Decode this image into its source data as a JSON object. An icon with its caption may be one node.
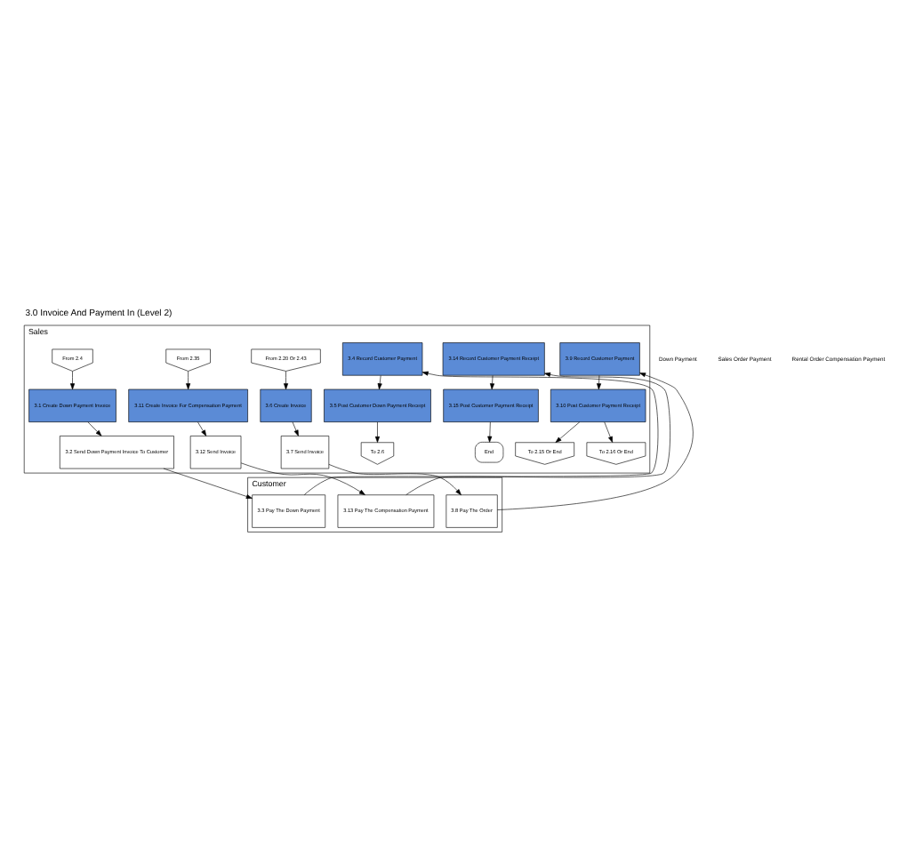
{
  "diagram": {
    "title": "3.0 Invoice And Payment In (Level 2)",
    "nodes": [
      {
        "text": [
          "Customer"
        ]
      },
      {
        "text": [
          "Sales"
        ]
      },
      {
        "text": [
          "3.3 Pay The Down Payment"
        ],
        "in": 0
      },
      {
        "text": [
          "3.8 Pay The Order"
        ],
        "in": 0
      },
      {
        "text": [
          "3.13 Pay The Compensation Payment"
        ],
        "in": 0
      },
      {
        "text": [
          "3.2 Send Down Payment Invoice To Customer"
        ],
        "in": 1
      },
      {
        "text": [
          "3.4 Record Customer Payment"
        ],
        "in": 1
      },
      {
        "text": [
          "3.9 Record Customer Payment"
        ],
        "in": 1
      },
      {
        "text": [
          "3.14 Record Customer Payment Receipt"
        ],
        "in": 1
      },
      {
        "text": [
          "From 2.4"
        ],
        "in": 1
      },
      {
        "text": [
          "From 2.20 Or 2.43"
        ],
        "in": 1
      },
      {
        "text": [
          "From 2.35"
        ],
        "in": 1
      },
      {
        "text": [
          "3.5 Post Customer Down Payment Receipt"
        ],
        "in": 1
      },
      {
        "text": [
          "3.10 Post Customer Payment Receipt"
        ],
        "in": 1
      },
      {
        "text": [
          "3.11 Create Invoice For Compensation Payment"
        ],
        "in": 1
      },
      {
        "text": [
          "3.15 Post Customer Payment Receipt"
        ],
        "in": 1
      },
      {
        "text": [
          "3.1 Create Down Payment Invoice"
        ],
        "in": 1
      },
      {
        "text": [
          "3.6 Create Invoice"
        ],
        "in": 1
      },
      {
        "text": [
          "3.7 Send Invoice"
        ],
        "in": 1
      },
      {
        "text": [
          "3.12 Send Invoice"
        ],
        "in": 1
      },
      {
        "text": [
          "To 2.6"
        ],
        "in": 1
      },
      {
        "text": [
          "To 2.15 Or End"
        ],
        "in": 1
      },
      {
        "text": [
          "To 2.16 Or End"
        ],
        "in": 1
      },
      {
        "text": [
          "End"
        ],
        "in": 1
      }
    ],
    "edges": [
      {
        "from": 9,
        "to": 16,
        "arrow": "to"
      },
      {
        "from": 16,
        "to": 5,
        "arrow": "to"
      },
      {
        "from": 5,
        "to": 2,
        "arrow": "to"
      },
      {
        "from": 2,
        "to": 6,
        "arrow": "to"
      },
      {
        "from": 6,
        "to": 12,
        "arrow": "to"
      },
      {
        "from": 12,
        "to": 20,
        "arrow": "to"
      },
      {
        "from": 10,
        "to": 17,
        "arrow": "to"
      },
      {
        "from": 17,
        "to": 18,
        "arrow": "to"
      },
      {
        "from": 18,
        "to": 3,
        "arrow": "to"
      },
      {
        "from": 3,
        "to": 7,
        "arrow": "to"
      },
      {
        "from": 7,
        "to": 13,
        "arrow": "to"
      },
      {
        "from": 13,
        "to": 21,
        "arrow": "to"
      },
      {
        "from": 13,
        "to": 22,
        "arrow": "to"
      },
      {
        "from": 11,
        "to": 14,
        "arrow": "to"
      },
      {
        "from": 14,
        "to": 19,
        "arrow": "to"
      },
      {
        "from": 19,
        "to": 4,
        "arrow": "to"
      },
      {
        "from": 4,
        "to": 8,
        "arrow": "to"
      },
      {
        "from": 8,
        "to": 15,
        "arrow": "to"
      },
      {
        "from": 15,
        "to": 23,
        "arrow": "to"
      }
    ],
    "labels": [
      "Down Payment",
      "Sales Order Payment",
      "Rental Order Compensation Payment"
    ]
  }
}
